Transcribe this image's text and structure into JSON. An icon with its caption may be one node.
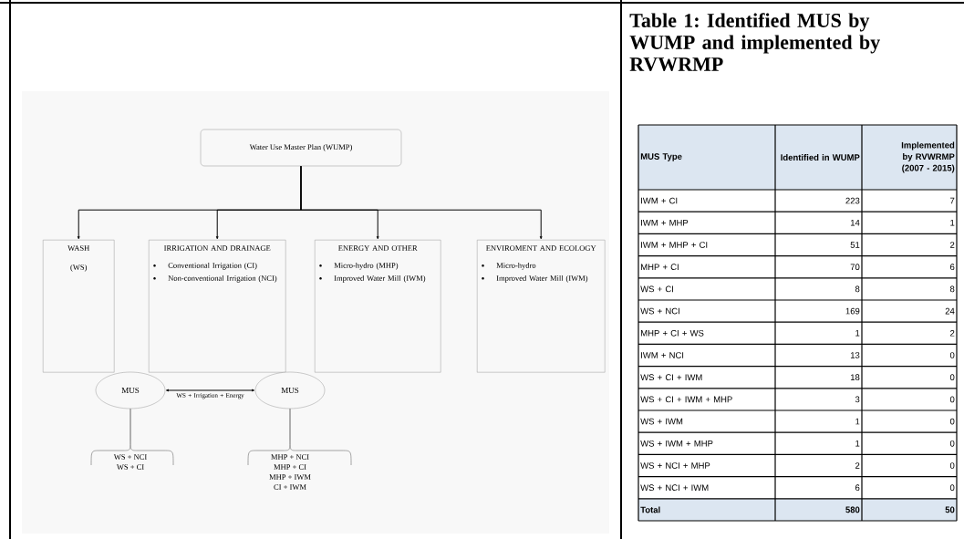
{
  "diagram": {
    "title": "Table 1: Identified MUS by WUMP and implemented by RVWRMP",
    "nodes": [
      {
        "text": [
          "Water Use Master Plan (WUMP)"
        ]
      },
      {
        "text": [
          "WASH",
          "(WS)"
        ]
      },
      {
        "text": [
          "IRRIGATION AND DRAINAGE",
          "Conventional Irrigation (CI)",
          "Non-conventional Irrigation (NCI)"
        ]
      },
      {
        "text": [
          "ENERGY AND OTHER",
          "Micro-hydro (MHP)",
          "Improved Water Mill (IWM)"
        ]
      },
      {
        "text": [
          "ENVIROMENT AND ECOLOGY",
          "Micro-hydro",
          "Improved Water Mill (IWM)"
        ]
      },
      {
        "text": [
          "MUS"
        ]
      },
      {
        "text": [
          "MUS"
        ]
      },
      {
        "text": [
          "WS + NCI",
          "WS + CI"
        ]
      },
      {
        "text": [
          "MHP + NCI",
          "MHP + CI",
          "MHP + IWM",
          "CI + IWM"
        ]
      }
    ],
    "edges": [
      {
        "from": 0,
        "to": 1,
        "arrow": "to"
      },
      {
        "from": 0,
        "to": 2,
        "arrow": "to"
      },
      {
        "from": 0,
        "to": 3,
        "arrow": "to"
      },
      {
        "from": 0,
        "to": 4,
        "arrow": "to"
      },
      {
        "from": 5,
        "to": 6,
        "arrow": "both",
        "label": "WS + Irrigation + Energy"
      },
      {
        "from": 5,
        "to": 7,
        "arrow": "none"
      },
      {
        "from": 6,
        "to": 8,
        "arrow": "none"
      }
    ],
    "labels": [
      "MUS Type",
      "Identified in WUMP",
      "Implemented by RVWRMP (2007 - 2015)",
      "IWM + CI",
      "223",
      "7",
      "IWM + MHP",
      "14",
      "1",
      "IWM + MHP + CI",
      "51",
      "2",
      "MHP + CI",
      "70",
      "6",
      "WS + CI",
      "8",
      "8",
      "WS + NCI",
      "169",
      "24",
      "MHP + CI + WS",
      "1",
      "2",
      "IWM + NCI",
      "13",
      "0",
      "WS + CI + IWM",
      "18",
      "0",
      "WS + CI + IWM + MHP",
      "3",
      "0",
      "WS + IWM",
      "1",
      "0",
      "WS + IWM + MHP",
      "1",
      "0",
      "WS + NCI + MHP",
      "2",
      "0",
      "WS + NCI + IWM",
      "6",
      "0",
      "Total",
      "580",
      "50"
    ]
  }
}
